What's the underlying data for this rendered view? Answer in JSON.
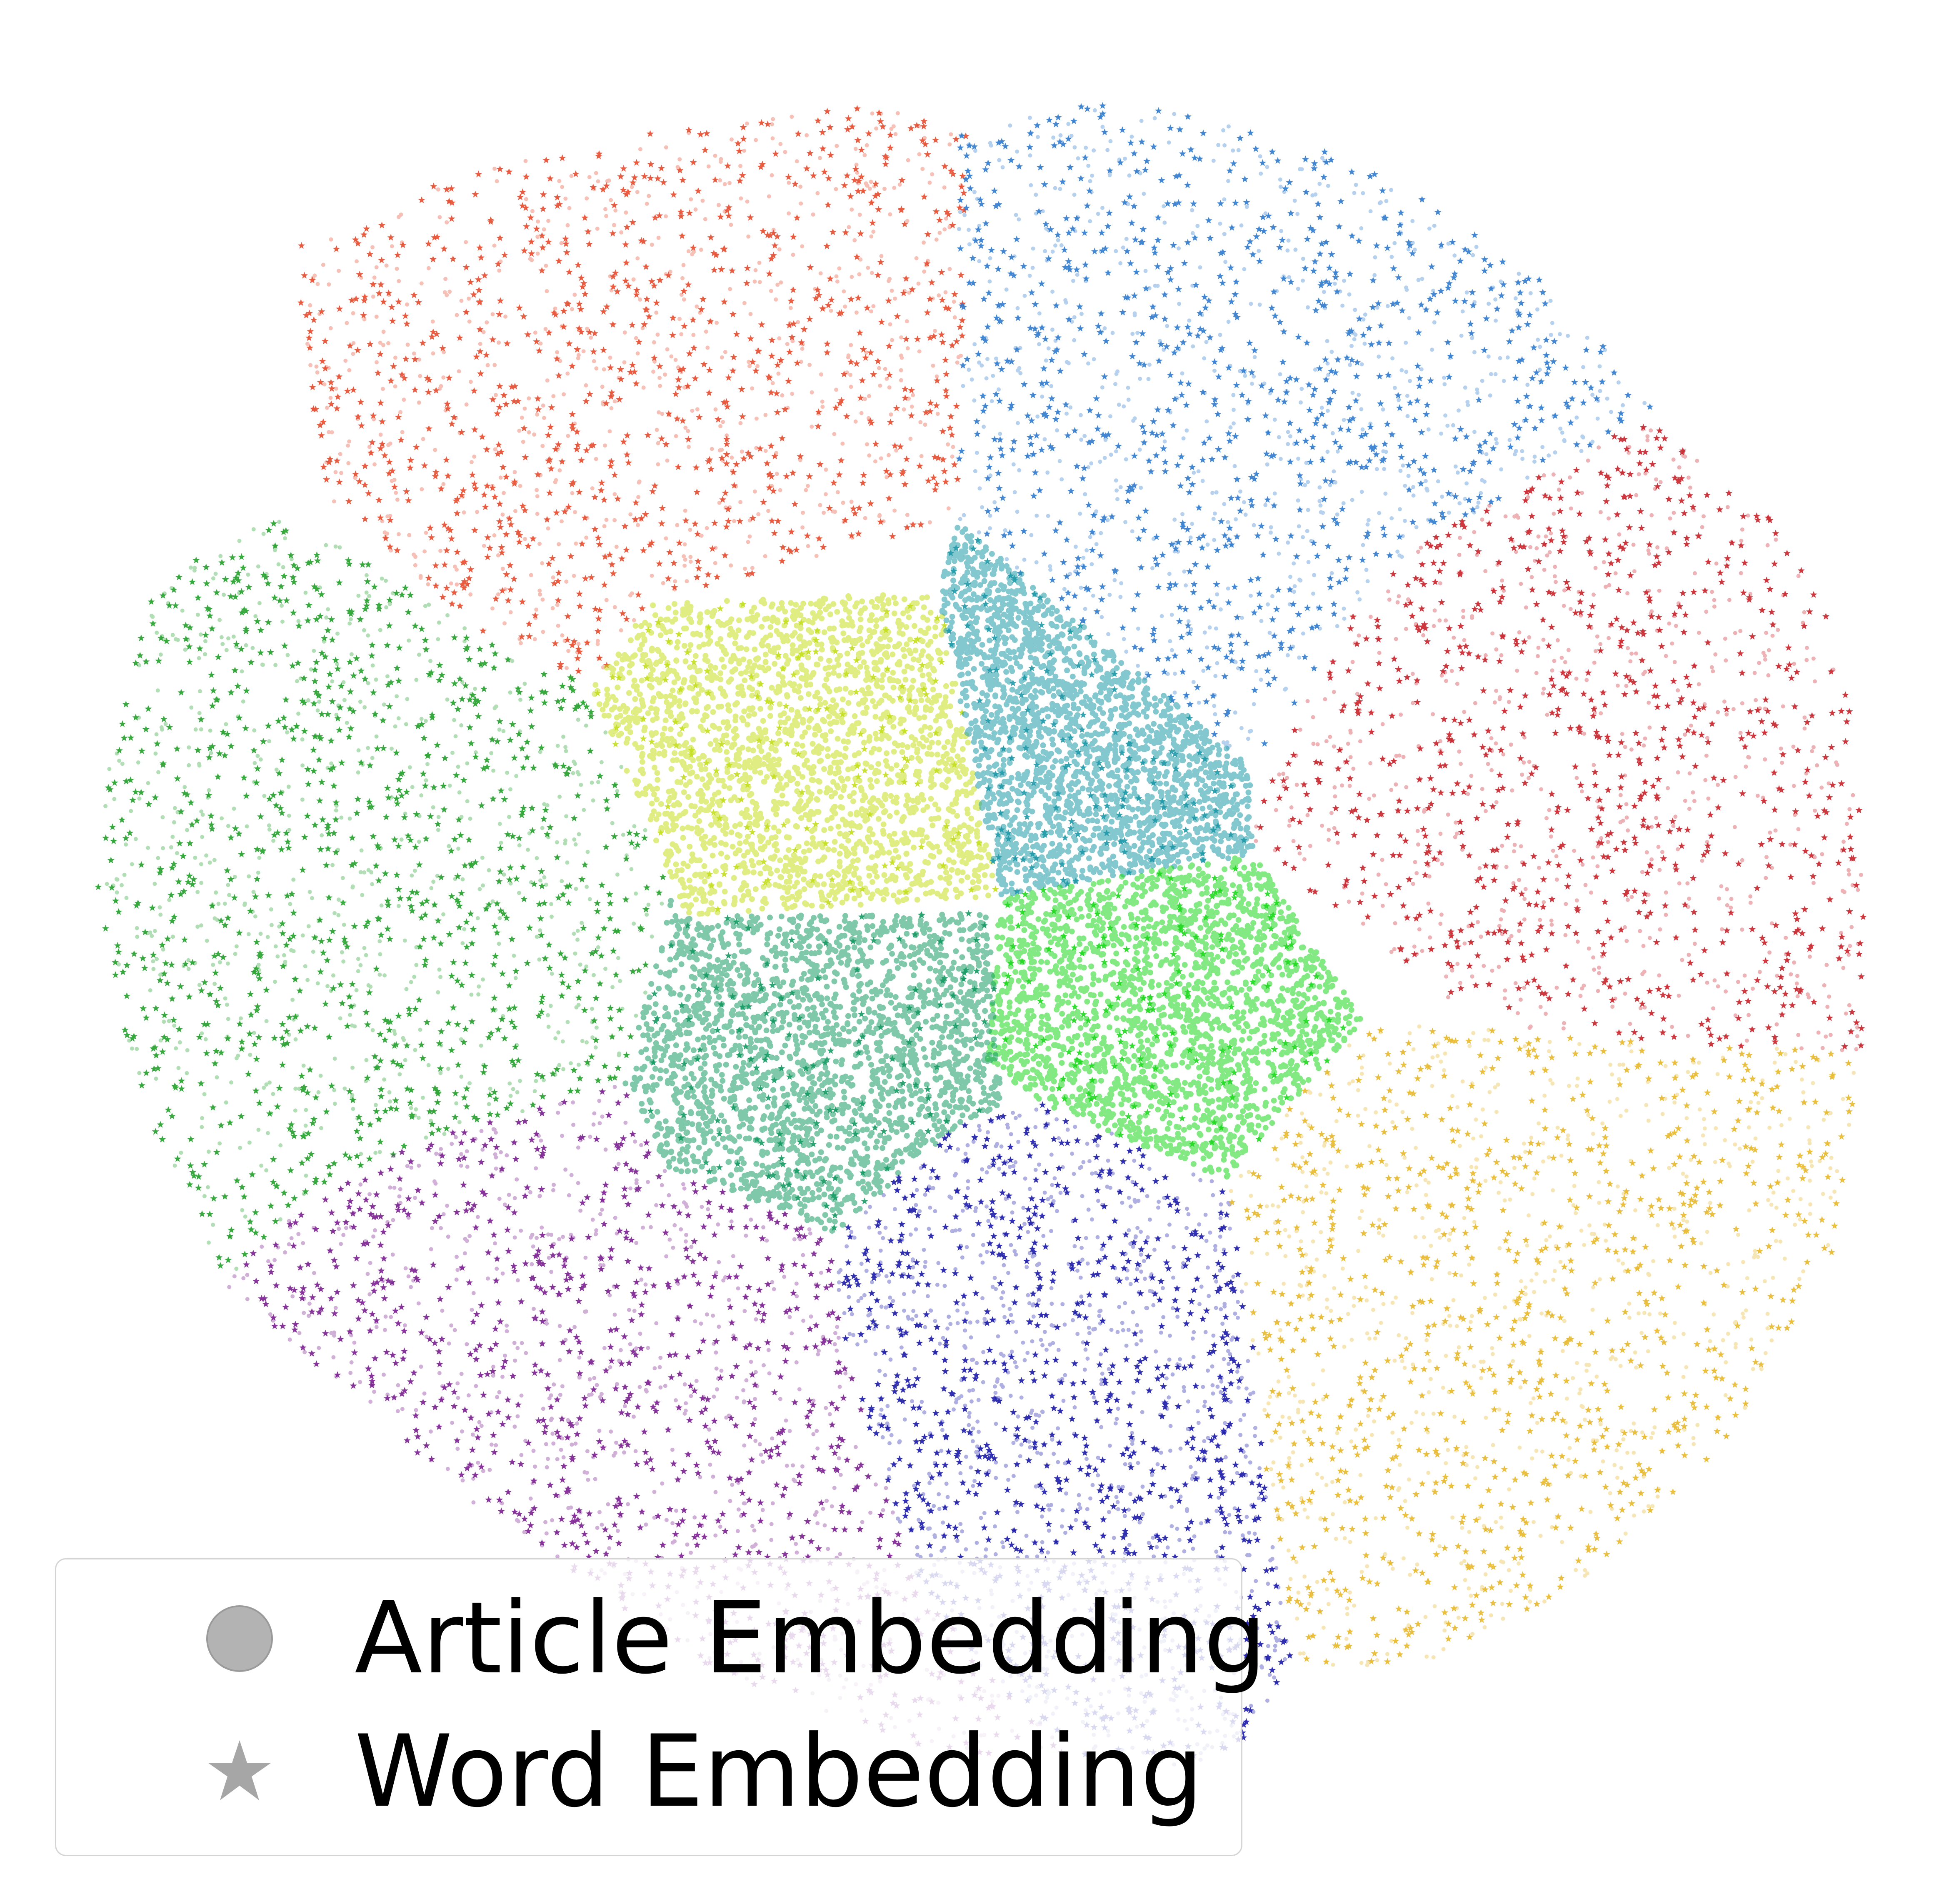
{
  "chart_data": {
    "type": "scatter",
    "title": "",
    "xlabel": "",
    "ylabel": "",
    "axes_visible": false,
    "grid": false,
    "legend_position": "lower-left",
    "legend": [
      {
        "label": "Article Embedding",
        "marker": "circle",
        "color": "#b3b3b3"
      },
      {
        "label": "Word Embedding",
        "marker": "star",
        "color": "#a6a6a6"
      }
    ],
    "clusters": [
      {
        "id": "orange-red",
        "color": "#e64a2e",
        "word_points": 900,
        "article_points": 700
      },
      {
        "id": "blue",
        "color": "#2f7acd",
        "word_points": 900,
        "article_points": 700
      },
      {
        "id": "dark-red",
        "color": "#c8222a",
        "word_points": 800,
        "article_points": 650
      },
      {
        "id": "light-green",
        "color": "#22a02a",
        "word_points": 1000,
        "article_points": 700
      },
      {
        "id": "yellow-green",
        "color": "#c4de1e",
        "word_points": 150,
        "article_points": 2200
      },
      {
        "id": "teal",
        "color": "#1e99a8",
        "word_points": 150,
        "article_points": 2200
      },
      {
        "id": "bright-green",
        "color": "#1ed91e",
        "word_points": 150,
        "article_points": 2200
      },
      {
        "id": "sea-green",
        "color": "#159a63",
        "word_points": 150,
        "article_points": 2200
      },
      {
        "id": "navy",
        "color": "#1a1aa8",
        "word_points": 900,
        "article_points": 1000
      },
      {
        "id": "purple",
        "color": "#7a1e90",
        "word_points": 900,
        "article_points": 700
      },
      {
        "id": "gold",
        "color": "#e8b82a",
        "word_points": 900,
        "article_points": 700
      }
    ]
  }
}
